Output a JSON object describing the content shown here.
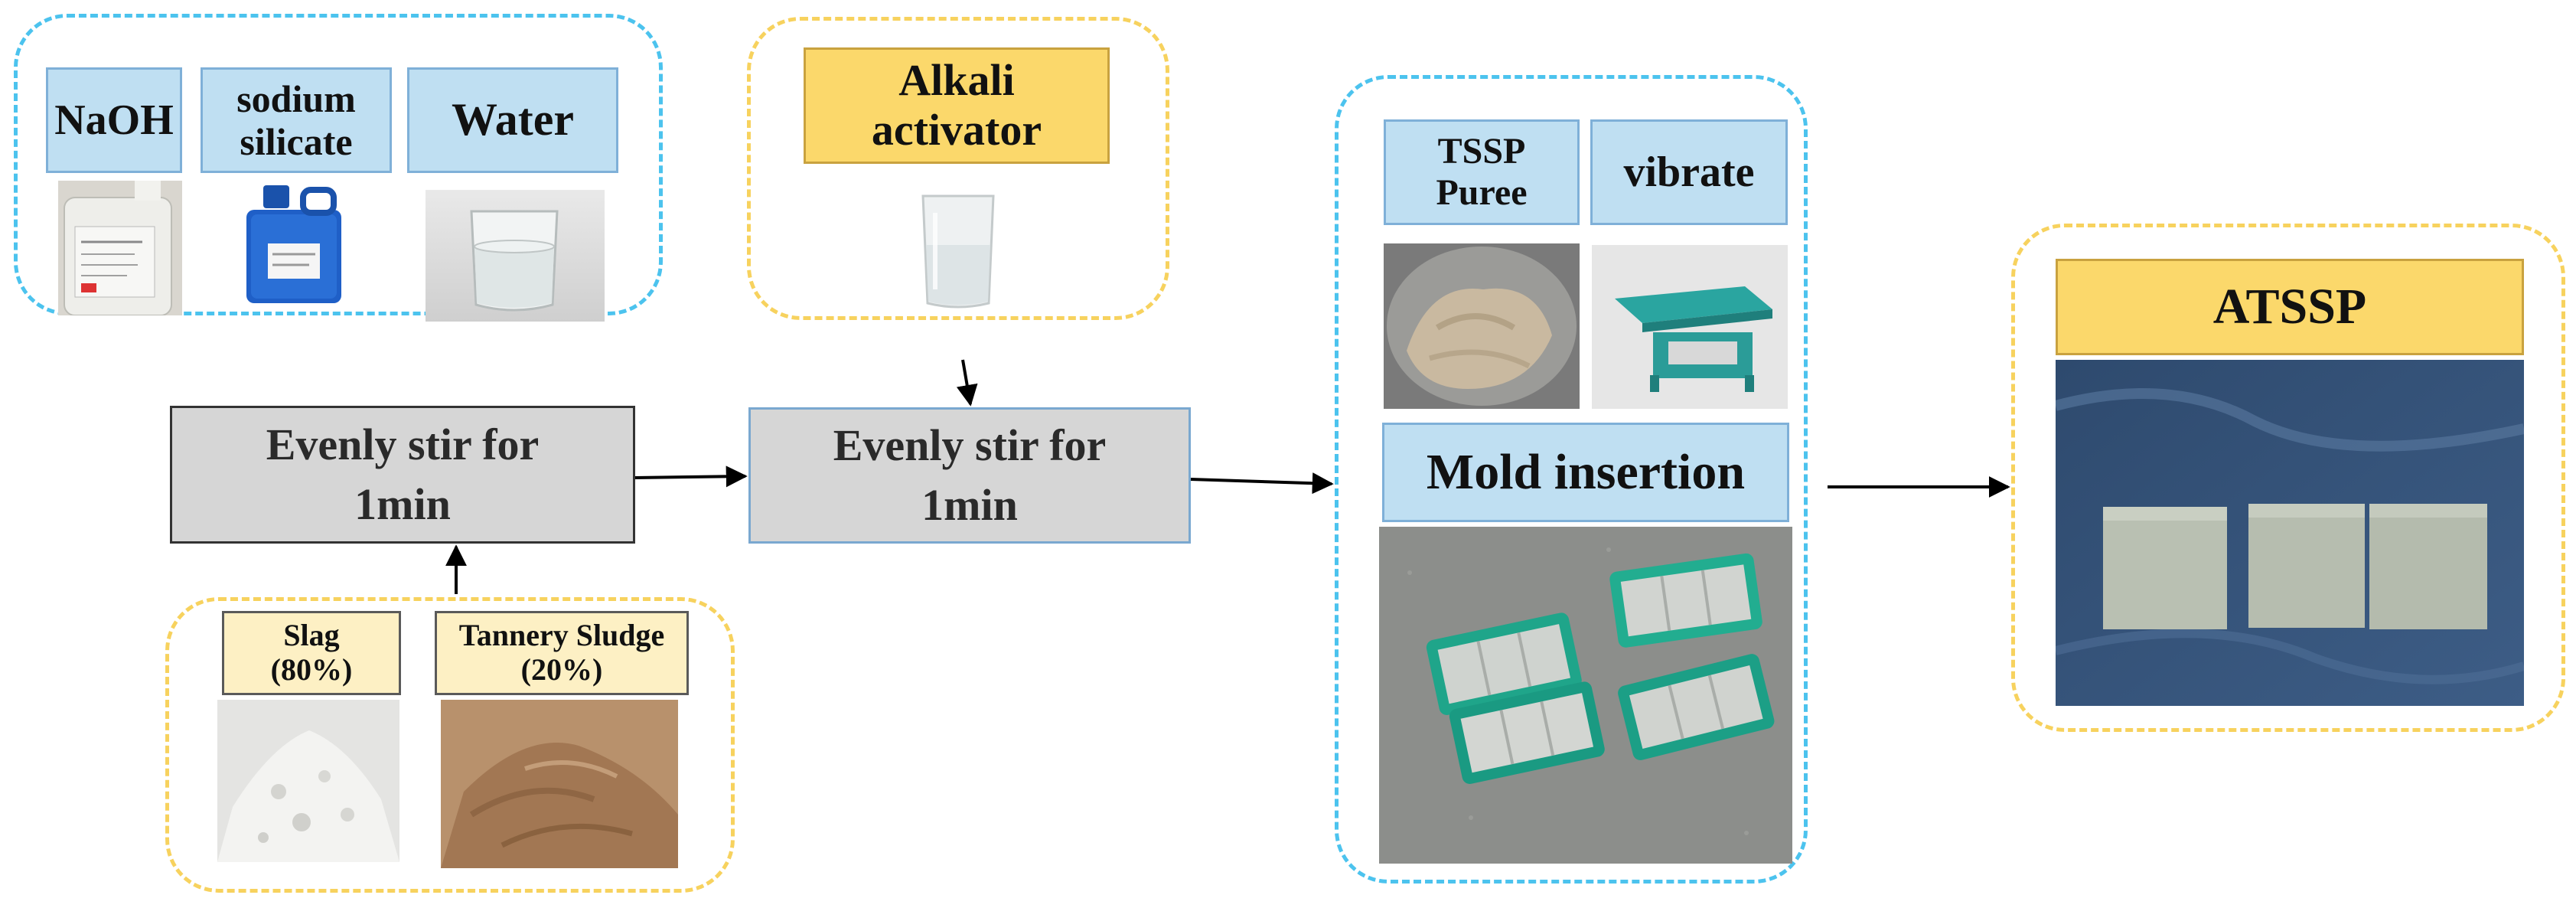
{
  "ingredients": {
    "naoh": "NaOH",
    "sodium_silicate": "sodium silicate",
    "water": "Water"
  },
  "activator": {
    "label": "Alkali activator"
  },
  "step1": {
    "label": "Evenly stir for\n1min"
  },
  "step2": {
    "label": "Evenly stir for\n1min"
  },
  "solids": {
    "slag": "Slag (80%)",
    "tannery": "Tannery Sludge (20%)"
  },
  "molding": {
    "puree": "TSSP Puree",
    "vibrate": "vibrate",
    "mold": "Mold insertion"
  },
  "product": {
    "label": "ATSSP"
  },
  "colors": {
    "blue_dash": "#4cc3ee",
    "yellow_dash": "#f7d25e",
    "label_blue": "#bfdff2",
    "label_yellow": "#fbd86b",
    "label_cream": "#fdf0c4",
    "process_gray": "#d6d6d6"
  }
}
